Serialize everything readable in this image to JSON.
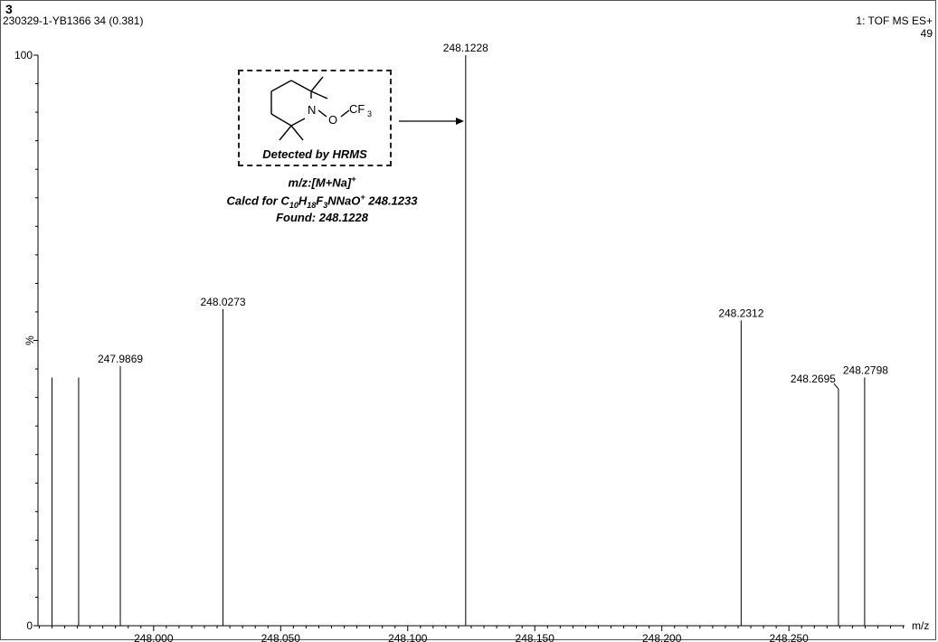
{
  "header": {
    "spectrum_id": "3",
    "sample_name": "230329-1-YB1366 34 (0.381)",
    "scan_mode": "1: TOF MS ES+",
    "intensity_max": "49"
  },
  "annotation": {
    "caption": "Detected by HRMS",
    "ion_prefix": "m/z:[M+Na]",
    "ion_sup": "+",
    "calcd_prefix": "Calcd for C",
    "c_sub": "10",
    "h_label": "H",
    "h_sub": "18",
    "f_label": "F",
    "f_sub": "3",
    "formula_tail": "NNaO",
    "formula_sup": "+",
    "calcd_value": " 248.1233",
    "found_text": "Found: 248.1228",
    "structure_labels": {
      "n": "N",
      "o": "O",
      "cf3": "CF",
      "cf3_sub": "3"
    }
  },
  "chart_data": {
    "type": "bar",
    "xlabel": "m/z",
    "ylabel": "%",
    "xlim": [
      247.9545,
      248.2955
    ],
    "ylim": [
      0,
      100
    ],
    "x_ticks": [
      "248.000",
      "248.050",
      "248.100",
      "248.150",
      "248.200",
      "248.250"
    ],
    "x_tick_values": [
      248.0,
      248.05,
      248.1,
      248.15,
      248.2,
      248.25
    ],
    "y_ticks": [
      "0",
      "100"
    ],
    "y_tick_values": [
      0,
      100
    ],
    "peaks": [
      {
        "mz": 247.96,
        "intensity": 43.5,
        "label": ""
      },
      {
        "mz": 247.9705,
        "intensity": 43.5,
        "label": ""
      },
      {
        "mz": 247.9869,
        "intensity": 45.5,
        "label": "247.9869"
      },
      {
        "mz": 248.0273,
        "intensity": 55.5,
        "label": "248.0273"
      },
      {
        "mz": 248.1228,
        "intensity": 100,
        "label": "248.1228"
      },
      {
        "mz": 248.2312,
        "intensity": 53.5,
        "label": "248.2312"
      },
      {
        "mz": 248.2695,
        "intensity": 41.5,
        "label": "248.2695"
      },
      {
        "mz": 248.2798,
        "intensity": 43.5,
        "label": "248.2798"
      }
    ]
  }
}
